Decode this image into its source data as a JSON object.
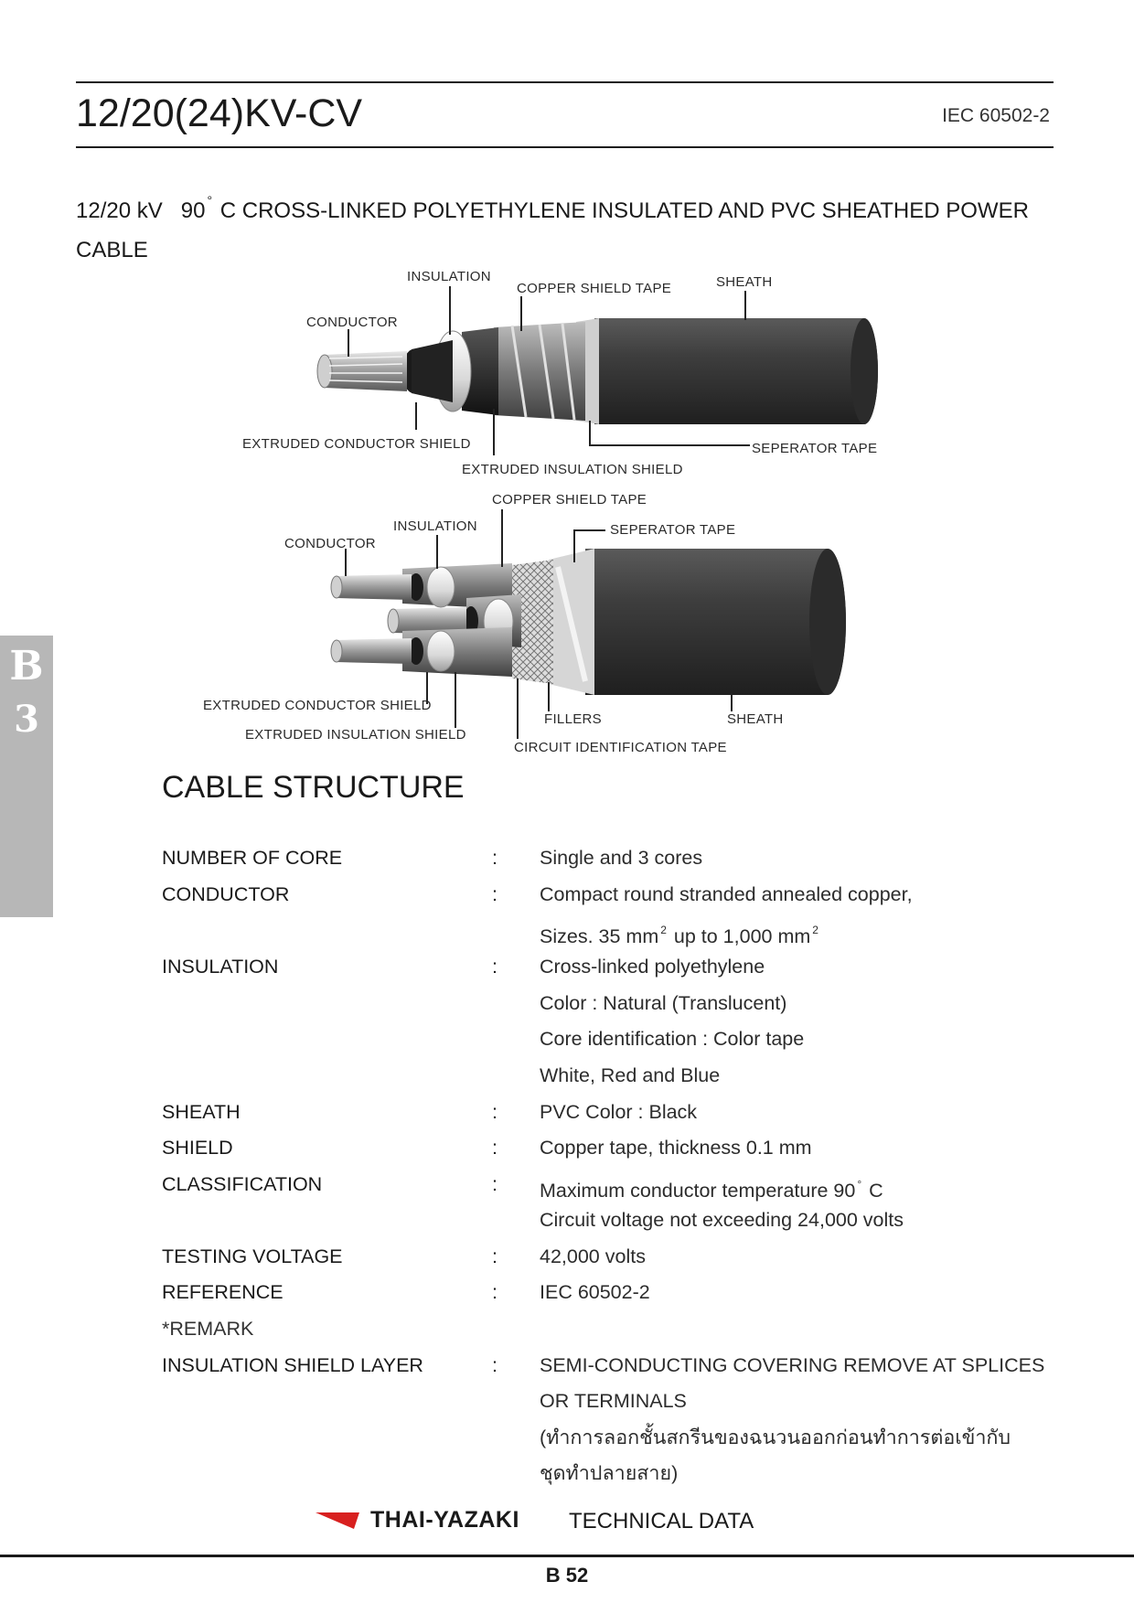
{
  "header": {
    "title": "12/20(24)KV-CV",
    "standard": "IEC 60502-2"
  },
  "subtitle": {
    "voltage": "12/20 kV",
    "temp": "90",
    "degree": "°",
    "rest": "C CROSS-LINKED POLYETHYLENE INSULATED AND PVC SHEATHED POWER",
    "line2": "CABLE"
  },
  "side_tab": {
    "letter": "B",
    "number": "3"
  },
  "diagram_single": {
    "insulation": "INSULATION",
    "copper_shield_tape": "COPPER SHIELD TAPE",
    "sheath": "SHEATH",
    "conductor": "CONDUCTOR",
    "extruded_conductor_shield": "EXTRUDED CONDUCTOR SHIELD",
    "seperator_tape": "SEPERATOR TAPE",
    "extruded_insulation_shield": "EXTRUDED INSULATION SHIELD"
  },
  "diagram_three": {
    "copper_shield_tape": "COPPER SHIELD TAPE",
    "insulation": "INSULATION",
    "seperator_tape": "SEPERATOR TAPE",
    "conductor": "CONDUCTOR",
    "extruded_conductor_shield": "EXTRUDED CONDUCTOR SHIELD",
    "fillers": "FILLERS",
    "sheath": "SHEATH",
    "extruded_insulation_shield": "EXTRUDED INSULATION SHIELD",
    "circuit_identification_tape": "CIRCUIT IDENTIFICATION TAPE"
  },
  "section_title": "CABLE  STRUCTURE",
  "colon": ":",
  "specs": {
    "number_of_core": {
      "label": "NUMBER OF CORE",
      "value": "Single and  3 cores"
    },
    "conductor": {
      "label": "CONDUCTOR",
      "value1": "Compact round stranded annealed copper,",
      "sizes_a": "Sizes.  35  mm",
      "sizes_b": "  up to  1,000  mm",
      "sup": "2"
    },
    "insulation": {
      "label": "INSULATION",
      "value1": "Cross-linked   polyethylene",
      "value2": "Color :   Natural    (Translucent)",
      "value3": "Core identification :   Color   tape",
      "value4": "White, Red and Blue"
    },
    "sheath": {
      "label": "SHEATH",
      "value": "PVC  Color :  Black"
    },
    "shield": {
      "label": "SHIELD",
      "value": "Copper tape, thickness  0.1  mm"
    },
    "classification": {
      "label": "CLASSIFICATION",
      "value1a": "Maximum conductor temperature 90",
      "value1b": " C",
      "degree": "°",
      "value2": "Circuit voltage not exceeding 24,000 volts"
    },
    "testing_voltage": {
      "label": "TESTING VOLTAGE",
      "value": "42,000  volts"
    },
    "reference": {
      "label": "REFERENCE",
      "value": "IEC  60502-2"
    },
    "remark": {
      "label": "*REMARK"
    },
    "insulation_shield_layer": {
      "label": "INSULATION SHIELD LAYER",
      "value1": "SEMI-CONDUCTING COVERING REMOVE AT SPLICES",
      "value2": "OR TERMINALS",
      "value3": "(ทำการลอกชั้นสกรีนของฉนวนออกก่อนทำการต่อเข้ากับ",
      "value4": " ชุดทำปลายสาย)"
    }
  },
  "footer": {
    "brand": "THAI-YAZAKI",
    "text": "TECHNICAL  DATA",
    "page": "B 52"
  },
  "colors": {
    "text": "#1a1a1a",
    "side_tab": "#b7b7b7",
    "brand_red": "#d8201f",
    "sheath_dark": "#3a3a3a"
  }
}
